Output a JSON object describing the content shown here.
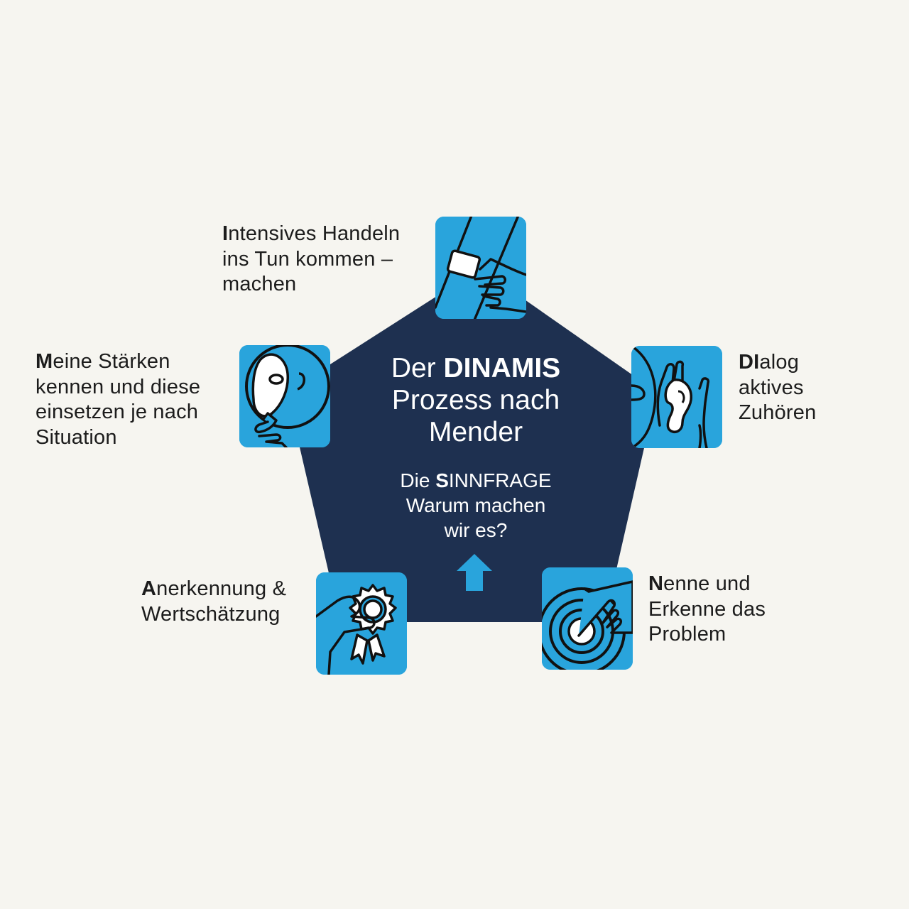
{
  "center": {
    "title_prefix": "Der",
    "title_bold": "DINAMIS",
    "title_line2": "Prozess nach",
    "title_line3": "Mender",
    "sub_prefix": "Die",
    "sub_bold_letter": "S",
    "sub_rest": "INNFRAGE",
    "sub_line2": "Warum machen",
    "sub_line3": "wir es?"
  },
  "steps": [
    {
      "key": "intensive",
      "icon": "hand-cleaning-icon",
      "bold": "I",
      "first_line_rest": "ntensives Handeln",
      "lines": [
        "ins Tun kommen –",
        "machen"
      ]
    },
    {
      "key": "dialog",
      "icon": "ear-listening-icon",
      "bold": "DI",
      "first_line_rest": "alog",
      "lines": [
        "aktives",
        "Zuhören"
      ]
    },
    {
      "key": "nenne",
      "icon": "target-pointing-icon",
      "bold": "N",
      "first_line_rest": "enne und",
      "lines": [
        "Erkenne das",
        "Problem"
      ]
    },
    {
      "key": "anerkennung",
      "icon": "award-rosette-icon",
      "bold": "A",
      "first_line_rest": "nerkennung &",
      "lines": [
        "Wertschätzung"
      ]
    },
    {
      "key": "meine",
      "icon": "face-mirror-icon",
      "bold": "M",
      "first_line_rest": "eine Stärken",
      "lines": [
        "kennen und diese",
        "einsetzen je nach",
        "Situation"
      ]
    }
  ],
  "colors": {
    "pentagon": "#1e3050",
    "tile": "#29a4dc",
    "background": "#f6f5f0",
    "arrow": "#29a4dc"
  }
}
